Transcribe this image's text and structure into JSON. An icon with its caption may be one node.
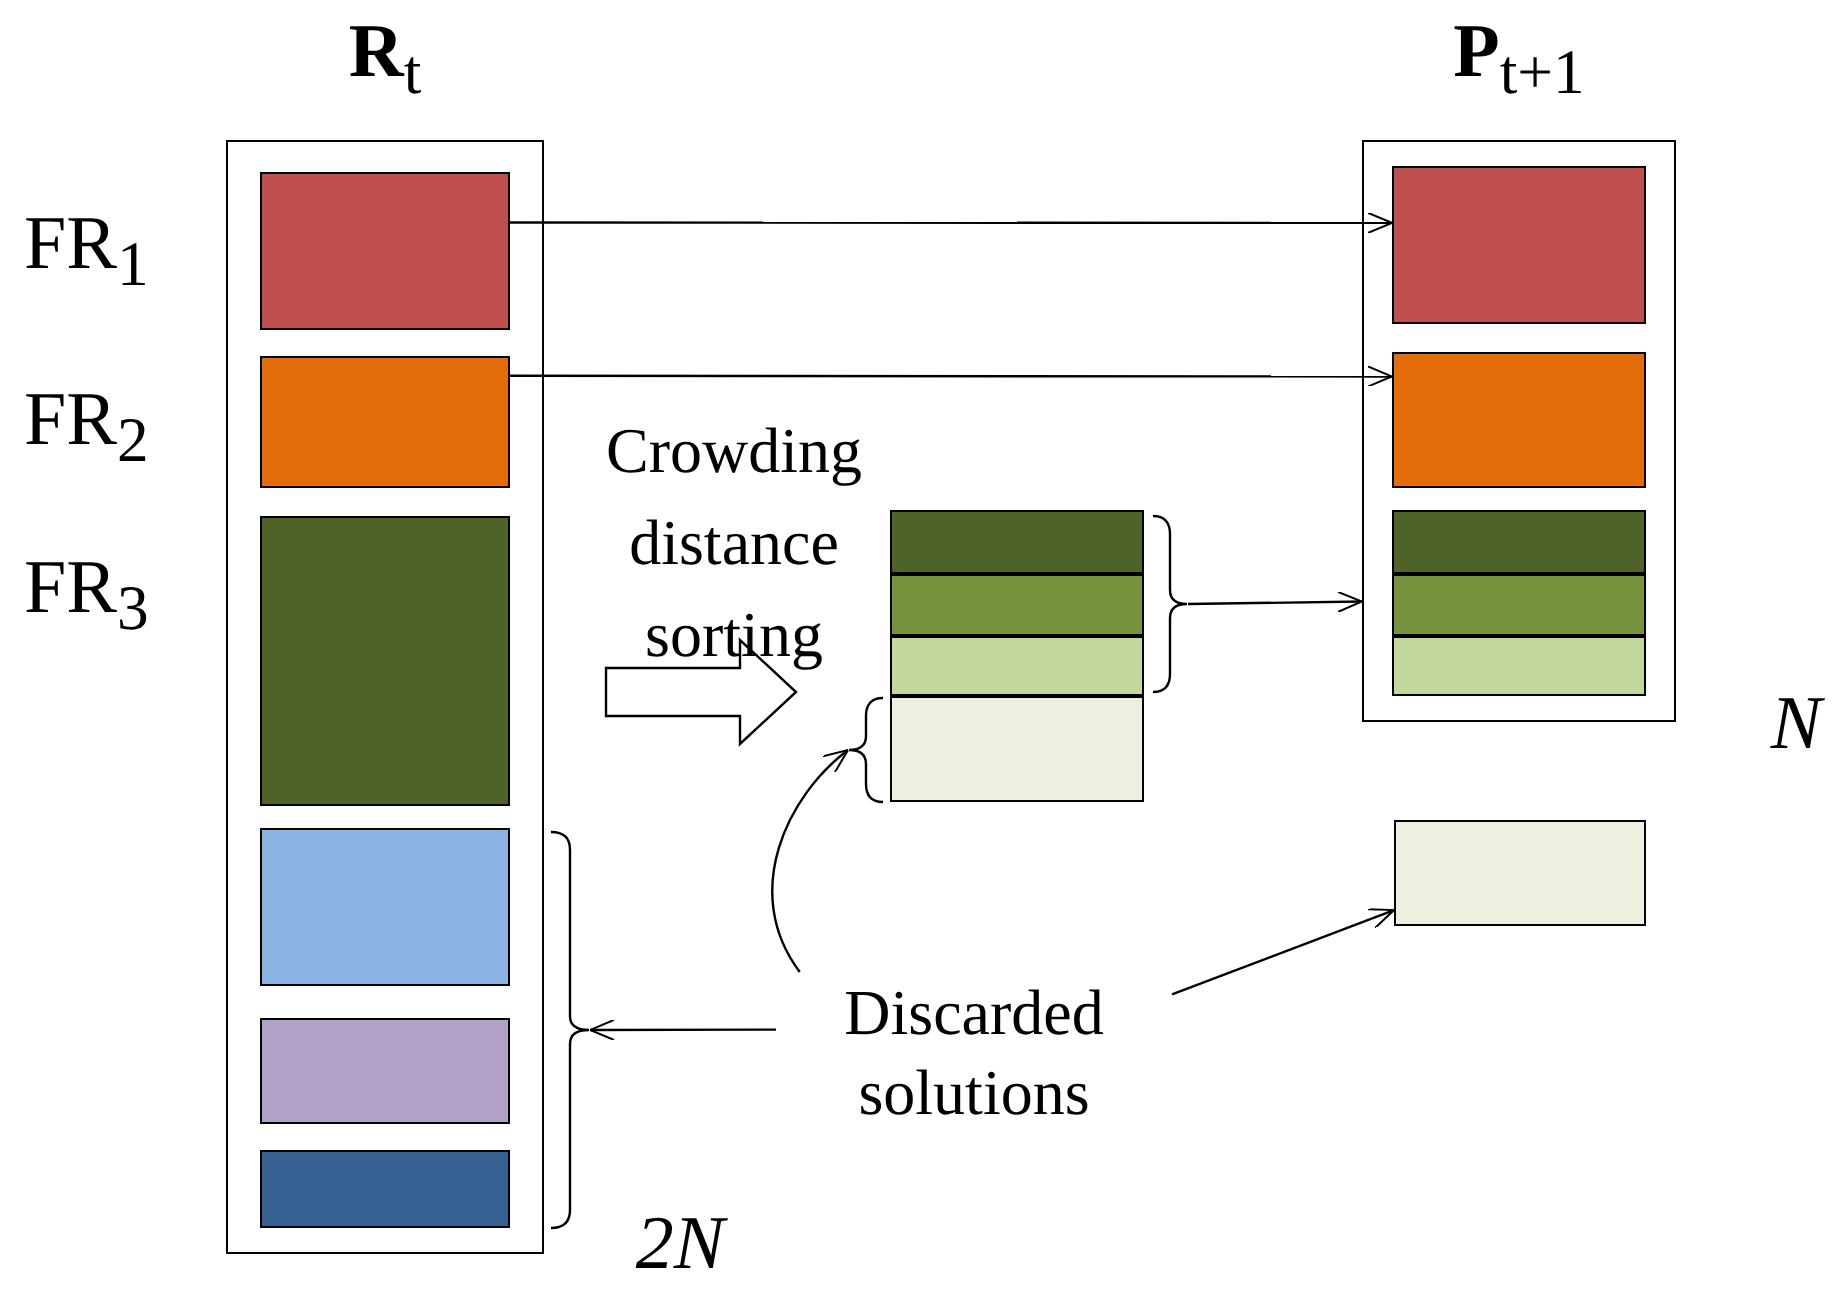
{
  "diagram": {
    "nodes": [
      {
        "text": [
          "**R**$_{t}$"
        ]
      },
      {
        "text": [],
        "shape": "box",
        "in": 0,
        "beside": [
          "FR$_{1}$"
        ]
      },
      {
        "text": [],
        "shape": "box",
        "in": 0,
        "beside": [
          "FR$_{2}$"
        ]
      },
      {
        "text": [],
        "shape": "box",
        "in": 0,
        "beside": [
          "FR$_{3}$"
        ]
      },
      {
        "text": [],
        "shape": "box",
        "in": 0
      },
      {
        "text": [],
        "shape": "box",
        "in": 0
      },
      {
        "text": [],
        "shape": "box",
        "in": 0
      },
      {
        "text": [
          "**P**$_{t+1}$"
        ]
      },
      {
        "text": [],
        "shape": "box",
        "in": 7
      },
      {
        "text": [],
        "shape": "box",
        "in": 7
      },
      {
        "text": [],
        "shape": "box",
        "in": 7
      },
      {
        "text": [],
        "shape": "box",
        "in": 7
      },
      {
        "text": [],
        "shape": "box",
        "in": 7
      },
      {
        "text": [],
        "shape": "box"
      },
      {
        "text": [],
        "shape": "box"
      },
      {
        "text": [],
        "shape": "box"
      },
      {
        "text": [],
        "shape": "box"
      },
      {
        "text": [],
        "shape": "box"
      },
      {
        "text": [
          "Discarded solutions"
        ]
      },
      {
        "text": [],
        "shape": "bracket"
      },
      {
        "text": [],
        "shape": "bracket"
      },
      {
        "text": [],
        "shape": "bracket"
      }
    ],
    "edges": [
      {
        "from": 1,
        "to": 8,
        "arrow": "to"
      },
      {
        "from": 2,
        "to": 9,
        "arrow": "to"
      },
      {
        "from": 19,
        "to": 7,
        "arrow": "to"
      },
      {
        "from": 18,
        "to": 20,
        "arrow": "to"
      },
      {
        "from": 18,
        "to": 21,
        "arrow": "to"
      },
      {
        "from": 18,
        "to": 17,
        "arrow": "to"
      }
    ],
    "labels": [
      "Crowding distance sorting",
      "N",
      "2N"
    ]
  }
}
